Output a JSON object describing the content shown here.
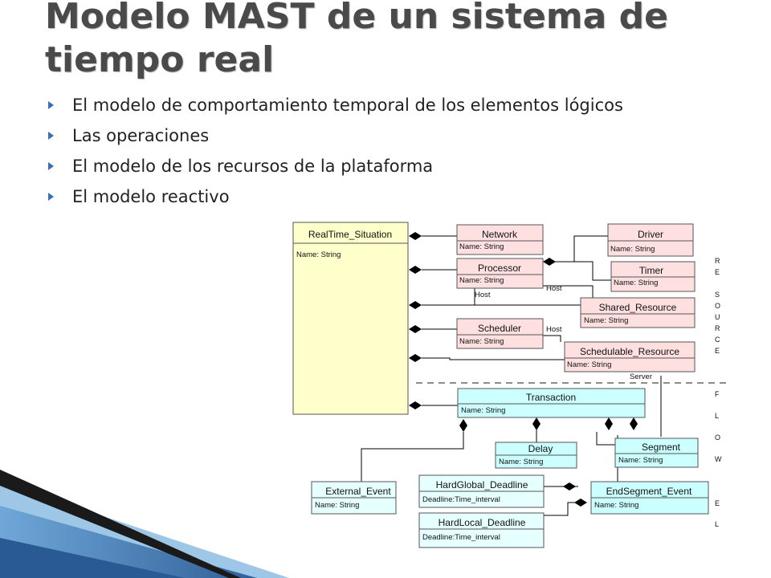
{
  "slide": {
    "title": "Modelo MAST de un sistema de tiempo real",
    "bullets": [
      "El modelo de comportamiento temporal de los elementos lógicos",
      "Las operaciones",
      "El modelo de los recursos de la plataforma",
      "El modelo reactivo"
    ]
  },
  "diagram": {
    "classes": {
      "realtime_situation": {
        "name": "RealTime_Situation",
        "attr": "Name: String"
      },
      "network": {
        "name": "Network",
        "attr": "Name: String"
      },
      "processor": {
        "name": "Processor",
        "attr": "Name: String"
      },
      "scheduler": {
        "name": "Scheduler",
        "attr": "Name: String"
      },
      "driver": {
        "name": "Driver",
        "attr": "Name: String"
      },
      "timer": {
        "name": "Timer",
        "attr": "Name: String"
      },
      "shared_resource": {
        "name": "Shared_Resource",
        "attr": "Name: String"
      },
      "schedulable_resource": {
        "name": "Schedulable_Resource",
        "attr": "Name: String"
      },
      "transaction": {
        "name": "Transaction",
        "attr": "Name: String"
      },
      "delay": {
        "name": "Delay",
        "attr": "Name: String"
      },
      "segment": {
        "name": "Segment",
        "attr": "Name: String"
      },
      "external_event": {
        "name": "External_Event",
        "attr": "Name: String"
      },
      "hardglobal_deadline": {
        "name": "HardGlobal_Deadline",
        "attr": "Deadline:Time_interval"
      },
      "hardlocal_deadline": {
        "name": "HardLocal_Deadline",
        "attr": "Deadline:Time_interval"
      },
      "endsegment_event": {
        "name": "EndSegment_Event",
        "attr": "Name: String"
      }
    },
    "roles": {
      "host_a": "Host",
      "host_b": "Host",
      "host_c": "Host",
      "server": "Server"
    },
    "side_labels": {
      "resource": "RESOURCE",
      "flow": "FLOW",
      "el": "EL"
    },
    "colors": {
      "situation": "#ffffcc",
      "resource": "#ffe0e0",
      "flow": "#ccffff",
      "flow_pale": "#e6ffff",
      "bullet": "#3a6fb0"
    }
  }
}
